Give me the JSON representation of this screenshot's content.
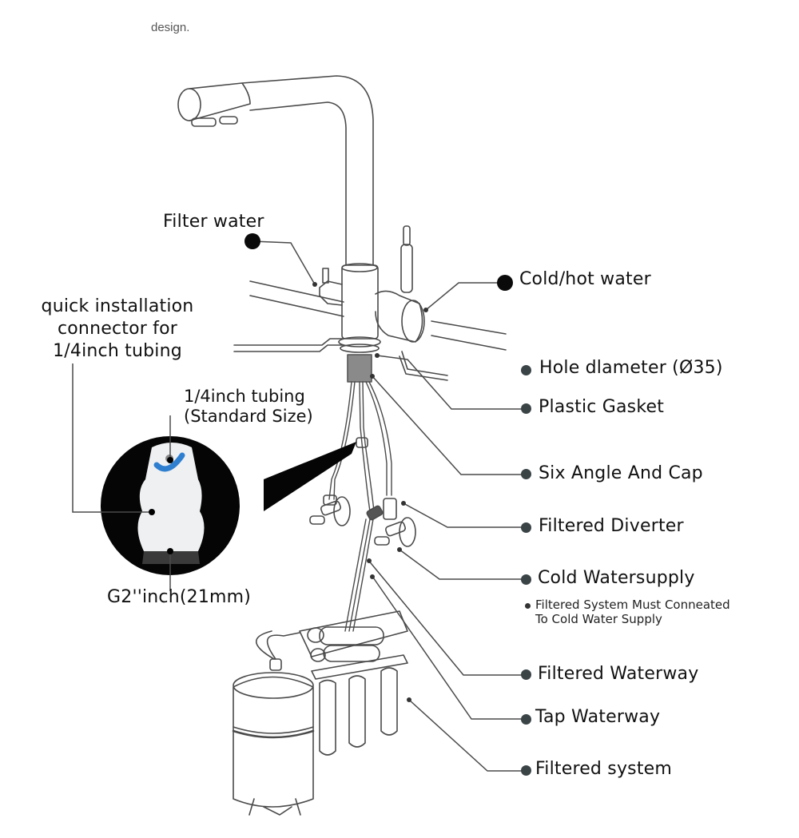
{
  "header_note": "design.",
  "colors": {
    "line": "#4a4a4a",
    "dot_primary": "#0a0a0a",
    "dot_secondary": "#3a4446",
    "connector_blue": "#2f7fd0",
    "inset_bg": "#050505"
  },
  "left_callouts": {
    "filter_water": "Filter water",
    "quick_connector": [
      "quick installation",
      "connector for",
      "1/4inch tubing"
    ],
    "tubing": [
      "1/4inch tubing",
      "(Standard Size)"
    ],
    "thread": "G2''inch(21mm)"
  },
  "right_callouts": [
    {
      "id": "cold-hot-water",
      "label": "Cold/hot water"
    },
    {
      "id": "hole-diameter",
      "label": "Hole dlameter (Ø35)"
    },
    {
      "id": "plastic-gasket",
      "label": "Plastic Gasket"
    },
    {
      "id": "six-angle-cap",
      "label": "Six Angle And Cap"
    },
    {
      "id": "filtered-diverter",
      "label": "Filtered Diverter"
    },
    {
      "id": "cold-watersupply",
      "label": "Cold Watersupply"
    },
    {
      "id": "filtered-waterway",
      "label": "Filtered Waterway"
    },
    {
      "id": "tap-waterway",
      "label": "Tap Waterway"
    },
    {
      "id": "filtered-system",
      "label": "Filtered system"
    }
  ],
  "cold_supply_note": [
    "Filtered System Must Conneated",
    "To Cold Water Supply"
  ]
}
